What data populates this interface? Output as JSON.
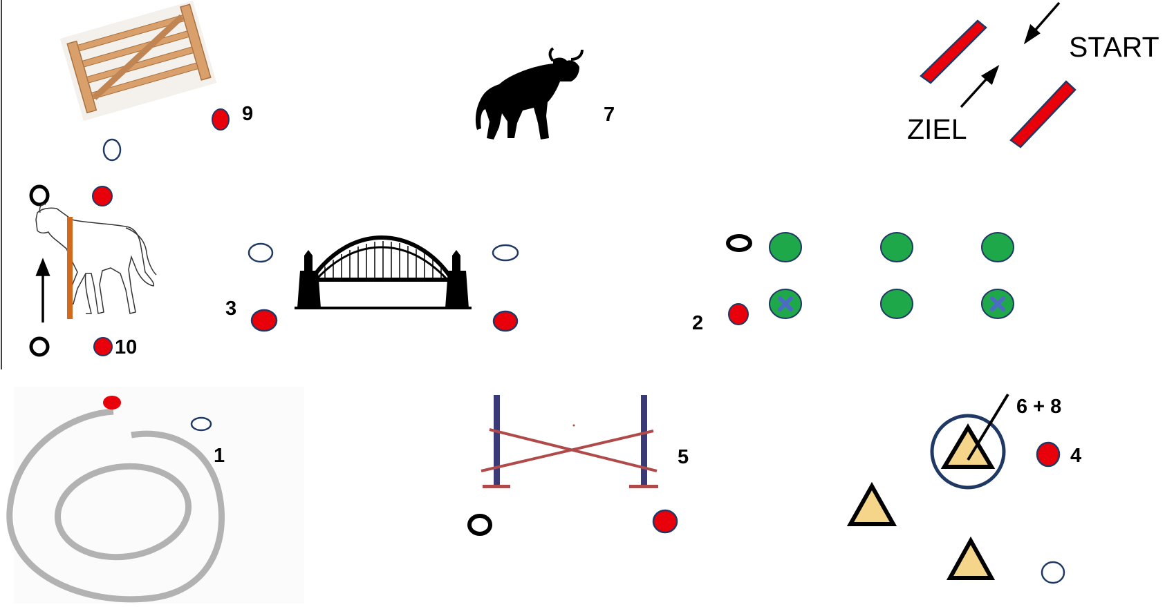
{
  "course": {
    "start_label": "START",
    "finish_label": "ZIEL",
    "stations": [
      {
        "number_label": "1",
        "obstacle": "spiral-ground-pattern"
      },
      {
        "number_label": "2",
        "obstacle": "green-discs-with-x-markers"
      },
      {
        "number_label": "3",
        "obstacle": "arch-bridge"
      },
      {
        "number_label": "4",
        "obstacle": "cone"
      },
      {
        "number_label": "5",
        "obstacle": "crossed-poles-between-stands"
      },
      {
        "number_label": "6 + 8",
        "obstacle": "cone-in-circle"
      },
      {
        "number_label": "7",
        "obstacle": "bull-silhouette"
      },
      {
        "number_label": "9",
        "obstacle": "wooden-gate"
      },
      {
        "number_label": "10",
        "obstacle": "horse-with-pole"
      }
    ]
  },
  "colors": {
    "red_marker": "#e8000b",
    "navy_outline": "#1f3864",
    "green_disc": "#1fa84a",
    "blue_x": "#4b6cc4",
    "cone_fill": "#f5d58a",
    "wood": "#d9a06b",
    "pole_purple": "#3a3a78",
    "pole_red": "#b04a4a",
    "horse_pole": "#d2691e"
  },
  "icons": [
    "gate-icon",
    "bull-icon",
    "bridge-icon",
    "horse-icon",
    "jump-icon",
    "spiral-icon",
    "cone-icon",
    "start-gate-icon",
    "arrow-icon",
    "x-marker-icon"
  ]
}
